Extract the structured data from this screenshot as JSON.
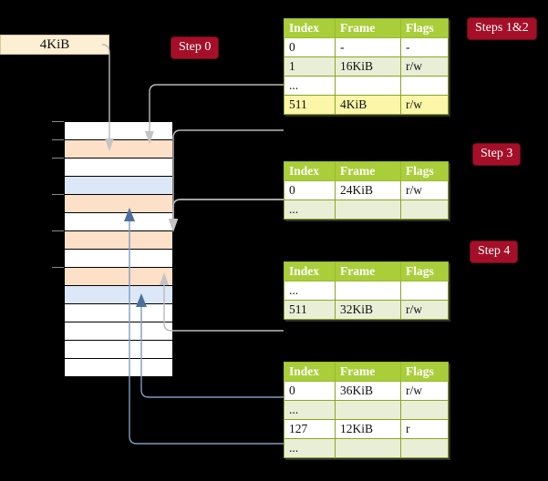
{
  "diagram": {
    "title": "multi-level page table walk",
    "colors": {
      "badge_bg": "#a50f28",
      "table_header_bg": "#a9ce3a",
      "table_row_alt_bg": "#e9efd6",
      "highlight_bg": "#fcf7a8",
      "vaddr_box_bg": "#fcefd4",
      "mem_peach": "#fce0c8",
      "mem_blue": "#dce8f7",
      "wire_grey": "#b9b9b9",
      "wire_blue": "#7e9cc4"
    }
  },
  "badges": [
    {
      "id": "steps-1-2",
      "label": "Steps 1&2"
    },
    {
      "id": "step-0",
      "label": "Step 0"
    },
    {
      "id": "step-3",
      "label": "Step 3"
    },
    {
      "id": "step-4",
      "label": "Step 4"
    }
  ],
  "vaddr_box": {
    "label": "4KiB"
  },
  "tables": [
    {
      "id": "table-level-0",
      "headers": [
        "Index",
        "Frame",
        "Flags"
      ],
      "rows": [
        {
          "cells": [
            "0",
            "-",
            "-"
          ],
          "shade": "odd",
          "highlight": [
            false,
            false,
            false
          ]
        },
        {
          "cells": [
            "1",
            "16KiB",
            "r/w"
          ],
          "shade": "even",
          "highlight": [
            false,
            false,
            false
          ]
        },
        {
          "cells": [
            "...",
            "",
            ""
          ],
          "shade": "odd",
          "highlight": [
            false,
            false,
            false
          ]
        },
        {
          "cells": [
            "511",
            "4KiB",
            "r/w"
          ],
          "shade": "even",
          "highlight": [
            true,
            true,
            true
          ]
        }
      ]
    },
    {
      "id": "table-level-1",
      "headers": [
        "Index",
        "Frame",
        "Flags"
      ],
      "rows": [
        {
          "cells": [
            "0",
            "24KiB",
            "r/w"
          ],
          "shade": "odd",
          "highlight": [
            false,
            false,
            false
          ]
        },
        {
          "cells": [
            "...",
            "",
            ""
          ],
          "shade": "even",
          "highlight": [
            false,
            false,
            false
          ]
        }
      ]
    },
    {
      "id": "table-level-2",
      "headers": [
        "Index",
        "Frame",
        "Flags"
      ],
      "rows": [
        {
          "cells": [
            "...",
            "",
            ""
          ],
          "shade": "odd",
          "highlight": [
            false,
            false,
            false
          ]
        },
        {
          "cells": [
            "511",
            "32KiB",
            "r/w"
          ],
          "shade": "even",
          "highlight": [
            false,
            false,
            false
          ]
        }
      ]
    },
    {
      "id": "table-level-3",
      "headers": [
        "Index",
        "Frame",
        "Flags"
      ],
      "rows": [
        {
          "cells": [
            "0",
            "36KiB",
            "r/w"
          ],
          "shade": "odd",
          "highlight": [
            false,
            false,
            false
          ]
        },
        {
          "cells": [
            "...",
            "",
            ""
          ],
          "shade": "even",
          "highlight": [
            false,
            false,
            false
          ]
        },
        {
          "cells": [
            "127",
            "12KiB",
            "r"
          ],
          "shade": "odd",
          "highlight": [
            false,
            false,
            false
          ]
        },
        {
          "cells": [
            "...",
            "",
            ""
          ],
          "shade": "even",
          "highlight": [
            false,
            false,
            false
          ]
        }
      ]
    }
  ],
  "memory_column": {
    "rows": [
      {
        "index": 0,
        "fill": "white"
      },
      {
        "index": 1,
        "fill": "peach"
      },
      {
        "index": 2,
        "fill": "white"
      },
      {
        "index": 3,
        "fill": "blue"
      },
      {
        "index": 4,
        "fill": "peach"
      },
      {
        "index": 5,
        "fill": "white"
      },
      {
        "index": 6,
        "fill": "peach"
      },
      {
        "index": 7,
        "fill": "white"
      },
      {
        "index": 8,
        "fill": "peach"
      },
      {
        "index": 9,
        "fill": "blue"
      },
      {
        "index": 10,
        "fill": "white"
      },
      {
        "index": 11,
        "fill": "white"
      },
      {
        "index": 12,
        "fill": "white"
      },
      {
        "index": 13,
        "fill": "white"
      }
    ]
  }
}
